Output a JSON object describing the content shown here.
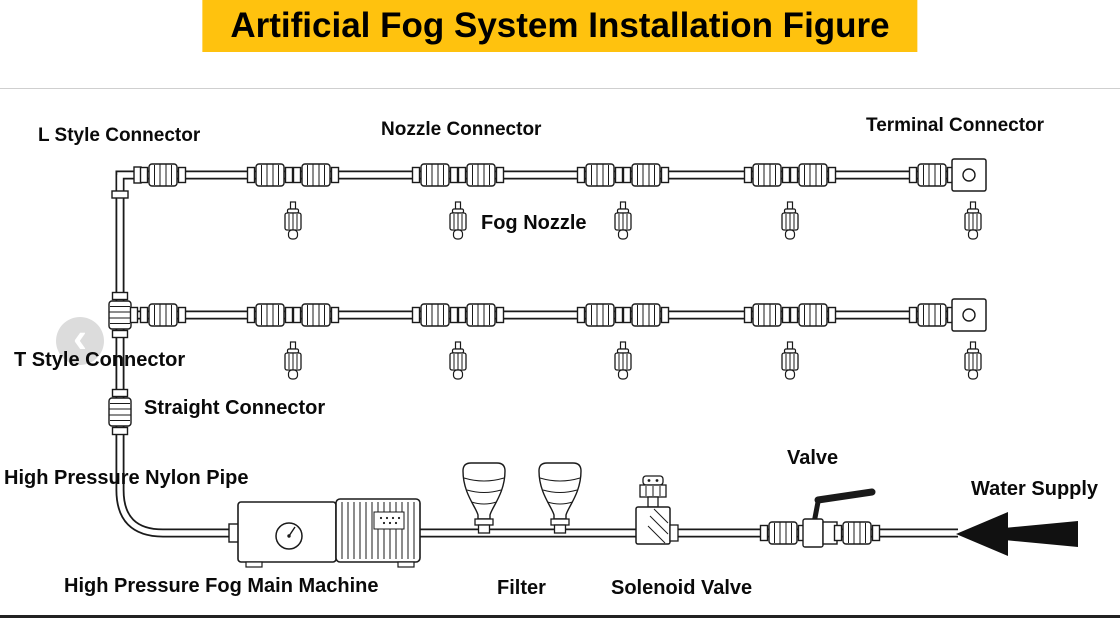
{
  "title": "Artificial Fog System Installation Figure",
  "colors": {
    "banner_bg": "#FFC20E",
    "line_color": "#1a1a1a",
    "arrow_fill": "#111111"
  },
  "carousel": {
    "prev_symbol": "‹"
  },
  "labels": {
    "l_style_connector": "L Style Connector",
    "nozzle_connector": "Nozzle Connector",
    "terminal_connector": "Terminal Connector",
    "fog_nozzle": "Fog Nozzle",
    "t_style_connector": "T Style Connector",
    "straight_connector": "Straight Connector",
    "high_pressure_nylon_pipe": "High Pressure Nylon Pipe",
    "high_pressure_fog_main_machine": "High Pressure Fog Main Machine",
    "filter": "Filter",
    "solenoid_valve": "Solenoid Valve",
    "valve": "Valve",
    "water_supply": "Water Supply"
  }
}
